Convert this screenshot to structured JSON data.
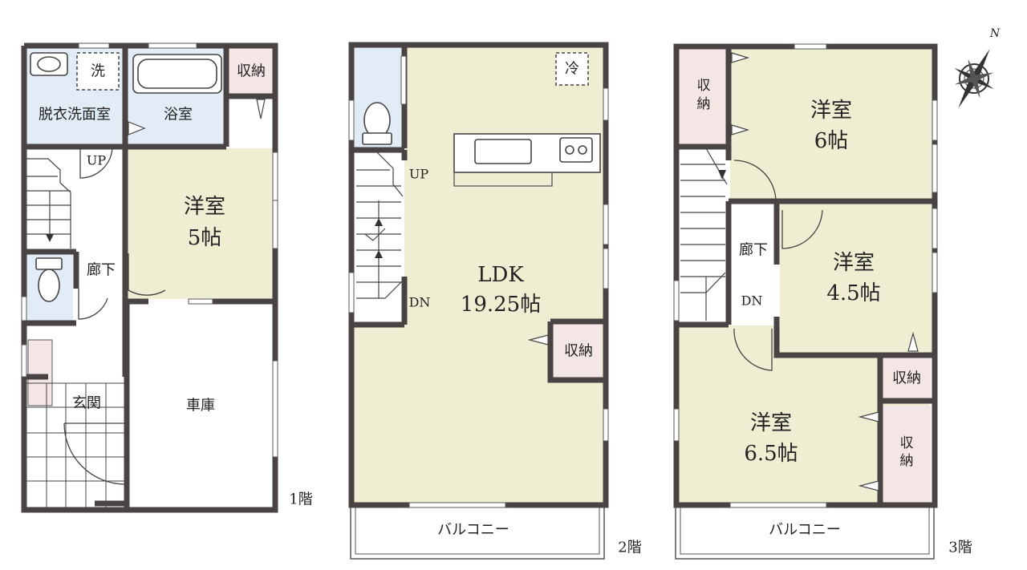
{
  "floors": [
    {
      "label": "1階",
      "rooms": {
        "dressing": "脱衣洗面室",
        "bath": "浴室",
        "storage": "収納",
        "bedroom_name": "洋室",
        "bedroom_size": "5帖",
        "hall": "廊下",
        "stair_up": "UP",
        "entrance": "玄関",
        "garage": "車庫"
      },
      "washer_mark": "洗"
    },
    {
      "label": "2階",
      "rooms": {
        "ldk_name": "LDK",
        "ldk_size": "19.25帖",
        "storage": "収納",
        "stair_up": "UP",
        "stair_down": "DN",
        "balcony": "バルコニー"
      },
      "fridge_mark": "冷"
    },
    {
      "label": "3階",
      "rooms": {
        "room_a_name": "洋室",
        "room_a_size": "6帖",
        "room_b_name": "洋室",
        "room_b_size": "4.5帖",
        "room_c_name": "洋室",
        "room_c_size": "6.5帖",
        "storage_left": "収納",
        "storage_mid": "収納",
        "storage_right": "収納",
        "hall": "廊下",
        "stair_down": "DN",
        "balcony": "バルコニー"
      }
    }
  ],
  "compass": "N",
  "colors": {
    "wall": "#4a4343",
    "room": "#efeed3",
    "wet": "#e1ecf7",
    "storage": "#f5e6e6",
    "hall": "#ffffff"
  }
}
